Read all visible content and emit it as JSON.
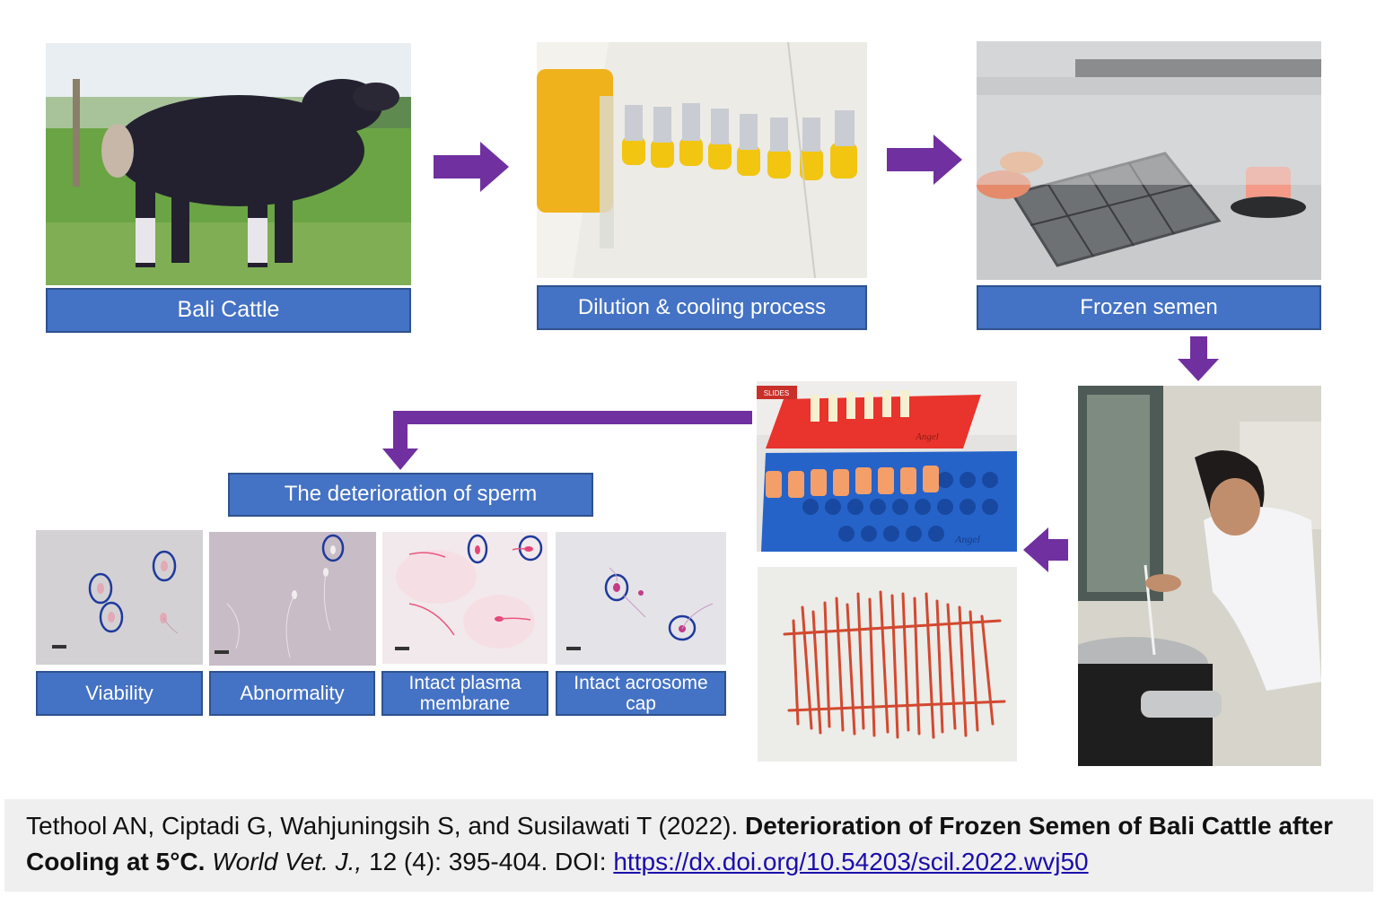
{
  "labels": {
    "bali_cattle": "Bali Cattle",
    "dilution": "Dilution & cooling process",
    "frozen_semen": "Frozen semen",
    "deterioration": "The deterioration of sperm",
    "viability": "Viability",
    "abnormality": "Abnormality",
    "plasma_membrane_l1": "Intact plasma",
    "plasma_membrane_l2": "membrane",
    "acrosome_l1": "Intact acrosome",
    "acrosome_l2": "cap"
  },
  "photo_text": {
    "rack_brand_1": "Angel",
    "rack_brand_2": "Angel",
    "rack_tag": "SLIDES"
  },
  "citation": {
    "authors": "Tethool AN, Ciptadi G,  Wahjuningsih S, and  Susilawati T (2022). ",
    "title": "Deterioration of Frozen Semen of Bali Cattle after Cooling at 5°C.",
    "journal": "World Vet. J.,",
    "volume": " 12 (4): 395-404. DOI: ",
    "doi": "https://dx.doi.org/10.54203/scil.2022.wvj50"
  },
  "colors": {
    "label_fill": "#4472c4",
    "arrow": "#7030a0",
    "citation_bg": "#efefef"
  }
}
